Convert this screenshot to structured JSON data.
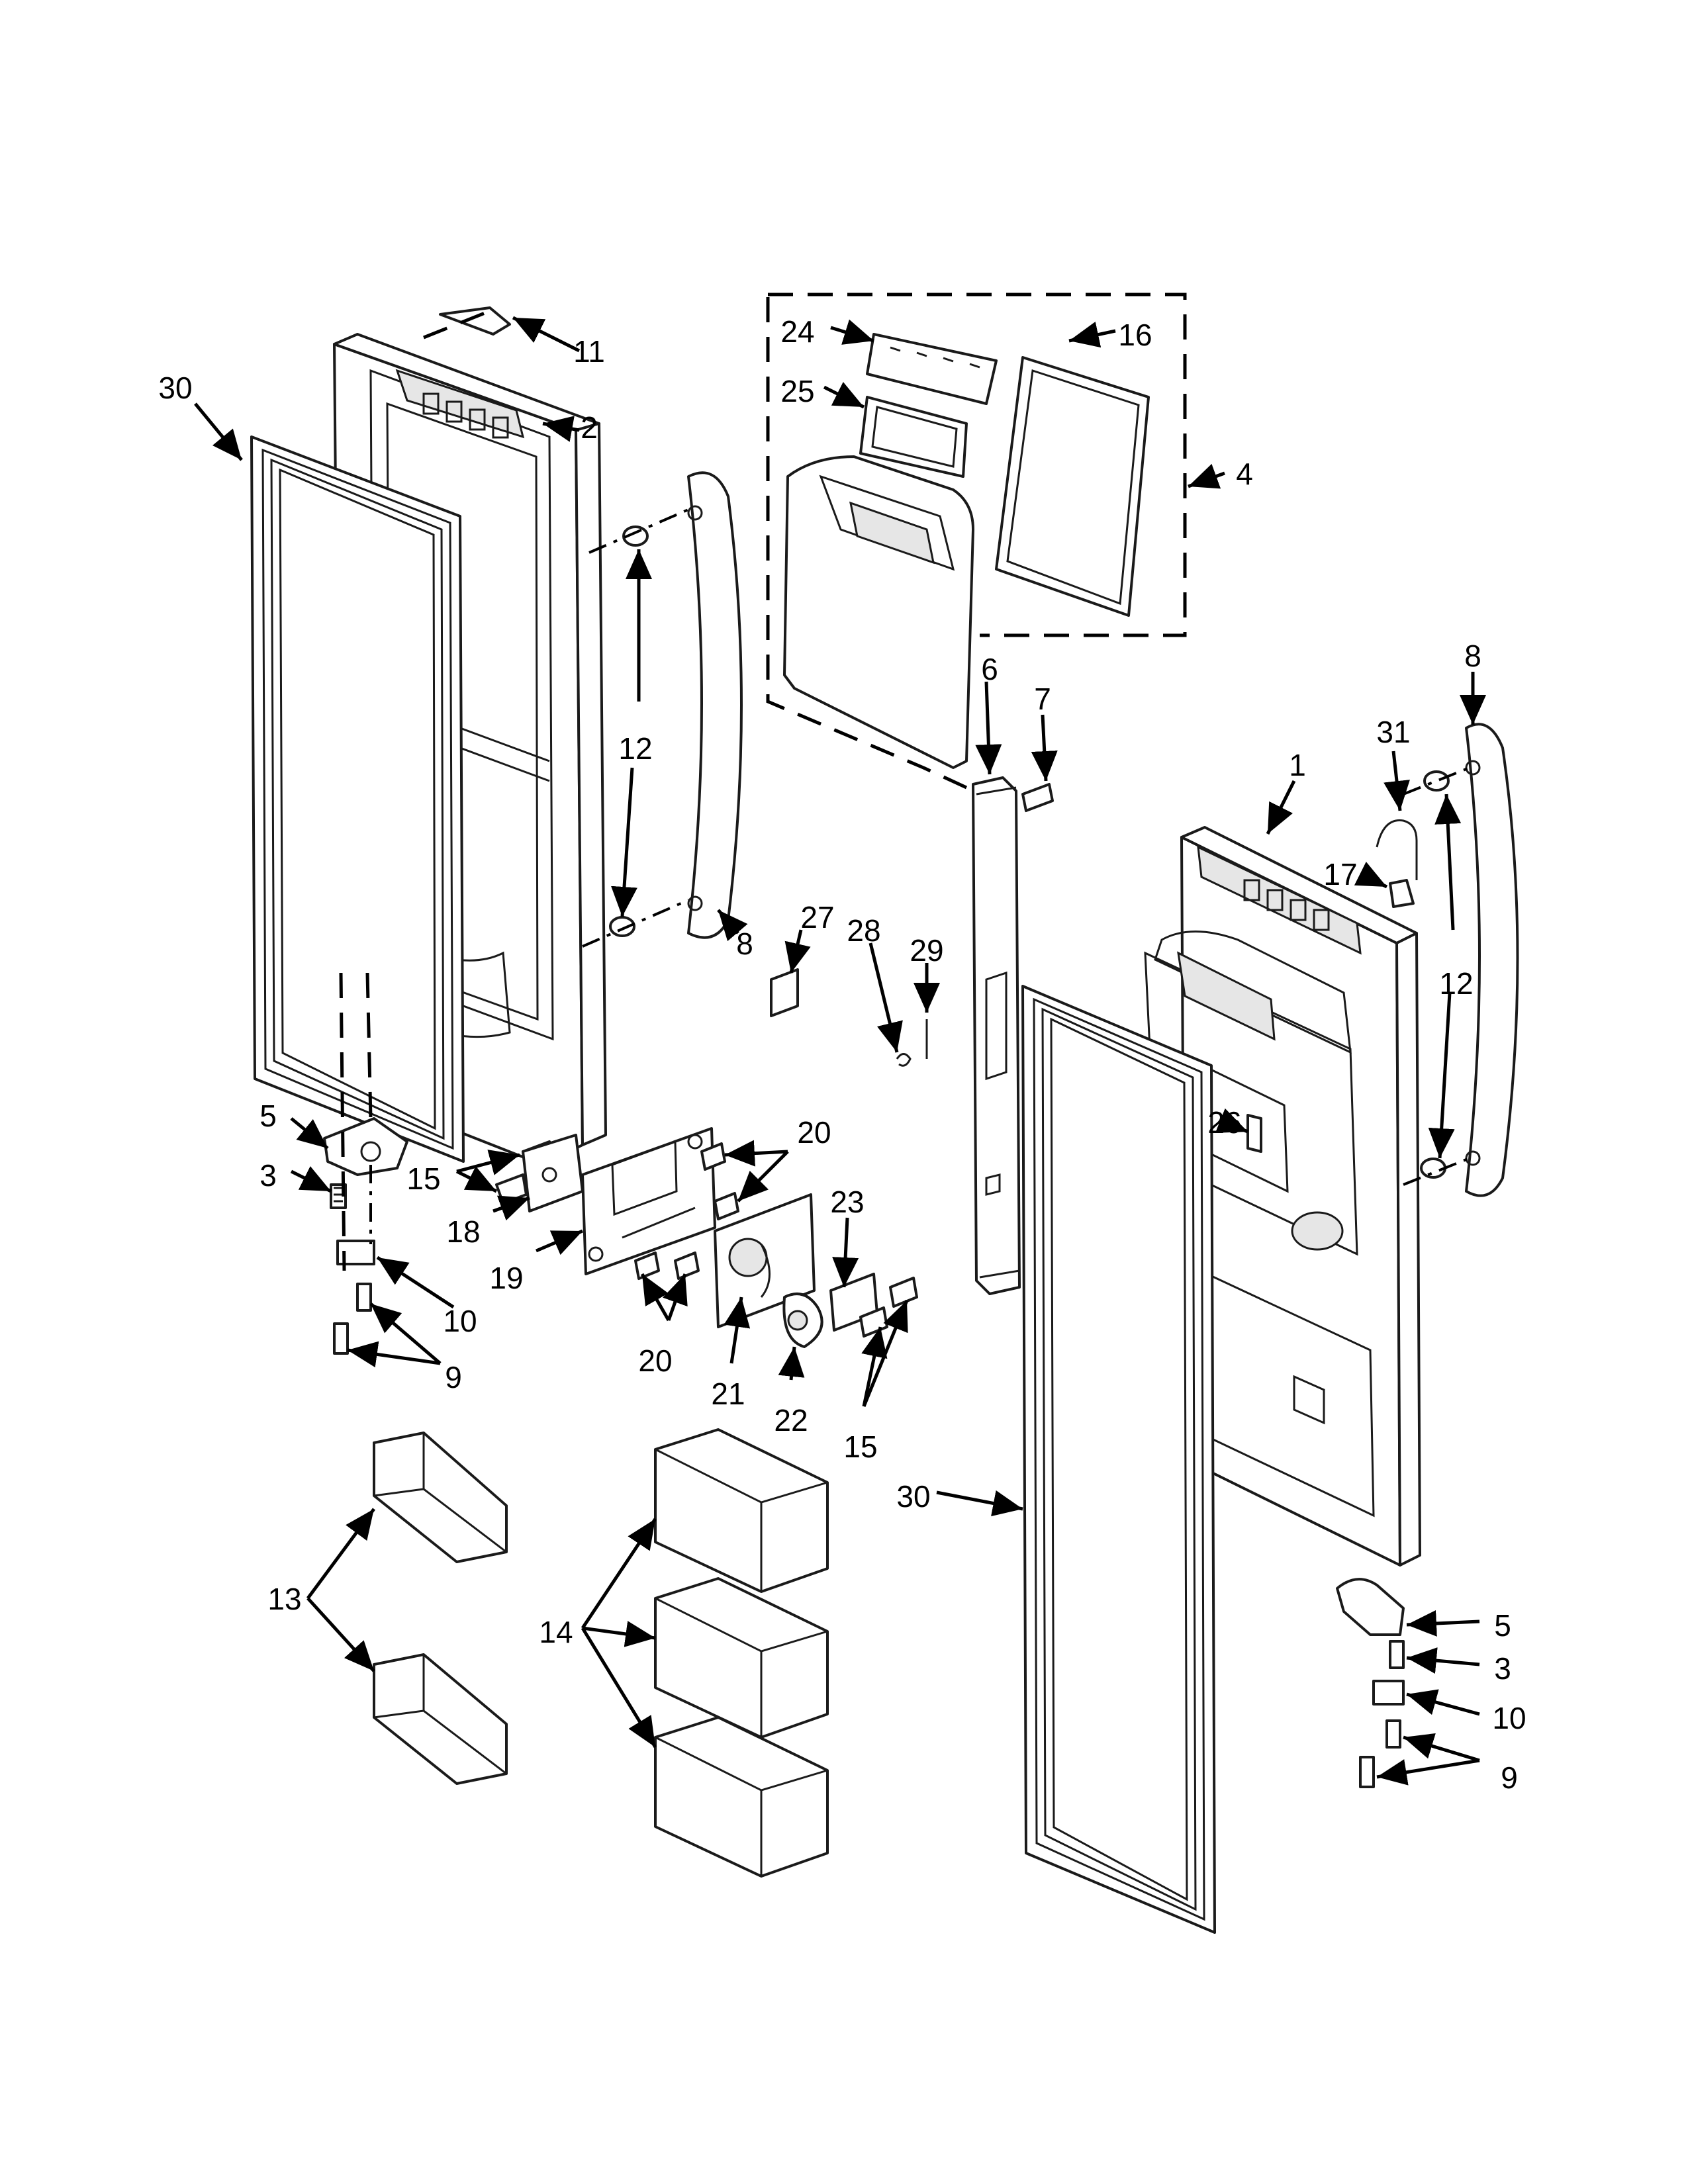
{
  "diagram": {
    "kind": "exploded-view parts diagram",
    "callouts": [
      {
        "id": "c30-left",
        "label": "30"
      },
      {
        "id": "c11",
        "label": "11"
      },
      {
        "id": "c2",
        "label": "2"
      },
      {
        "id": "c12-left",
        "label": "12"
      },
      {
        "id": "c8-left",
        "label": "8"
      },
      {
        "id": "c5-left",
        "label": "5"
      },
      {
        "id": "c3-left",
        "label": "3"
      },
      {
        "id": "c15-left",
        "label": "15"
      },
      {
        "id": "c18",
        "label": "18"
      },
      {
        "id": "c19",
        "label": "19"
      },
      {
        "id": "c10-left",
        "label": "10"
      },
      {
        "id": "c9-left",
        "label": "9"
      },
      {
        "id": "c13",
        "label": "13"
      },
      {
        "id": "c14",
        "label": "14"
      },
      {
        "id": "c24",
        "label": "24"
      },
      {
        "id": "c25",
        "label": "25"
      },
      {
        "id": "c16",
        "label": "16"
      },
      {
        "id": "c4",
        "label": "4"
      },
      {
        "id": "c6",
        "label": "6"
      },
      {
        "id": "c7",
        "label": "7"
      },
      {
        "id": "c27",
        "label": "27"
      },
      {
        "id": "c28",
        "label": "28"
      },
      {
        "id": "c29",
        "label": "29"
      },
      {
        "id": "c20-top",
        "label": "20"
      },
      {
        "id": "c20-bottom",
        "label": "20"
      },
      {
        "id": "c23",
        "label": "23"
      },
      {
        "id": "c21",
        "label": "21"
      },
      {
        "id": "c22",
        "label": "22"
      },
      {
        "id": "c15-mid",
        "label": "15"
      },
      {
        "id": "c30-right",
        "label": "30"
      },
      {
        "id": "c1",
        "label": "1"
      },
      {
        "id": "c31",
        "label": "31"
      },
      {
        "id": "c8-right",
        "label": "8"
      },
      {
        "id": "c17",
        "label": "17"
      },
      {
        "id": "c12-right",
        "label": "12"
      },
      {
        "id": "c26",
        "label": "26"
      },
      {
        "id": "c5-right",
        "label": "5"
      },
      {
        "id": "c3-right",
        "label": "3"
      },
      {
        "id": "c10-right",
        "label": "10"
      },
      {
        "id": "c9-right",
        "label": "9"
      }
    ]
  }
}
